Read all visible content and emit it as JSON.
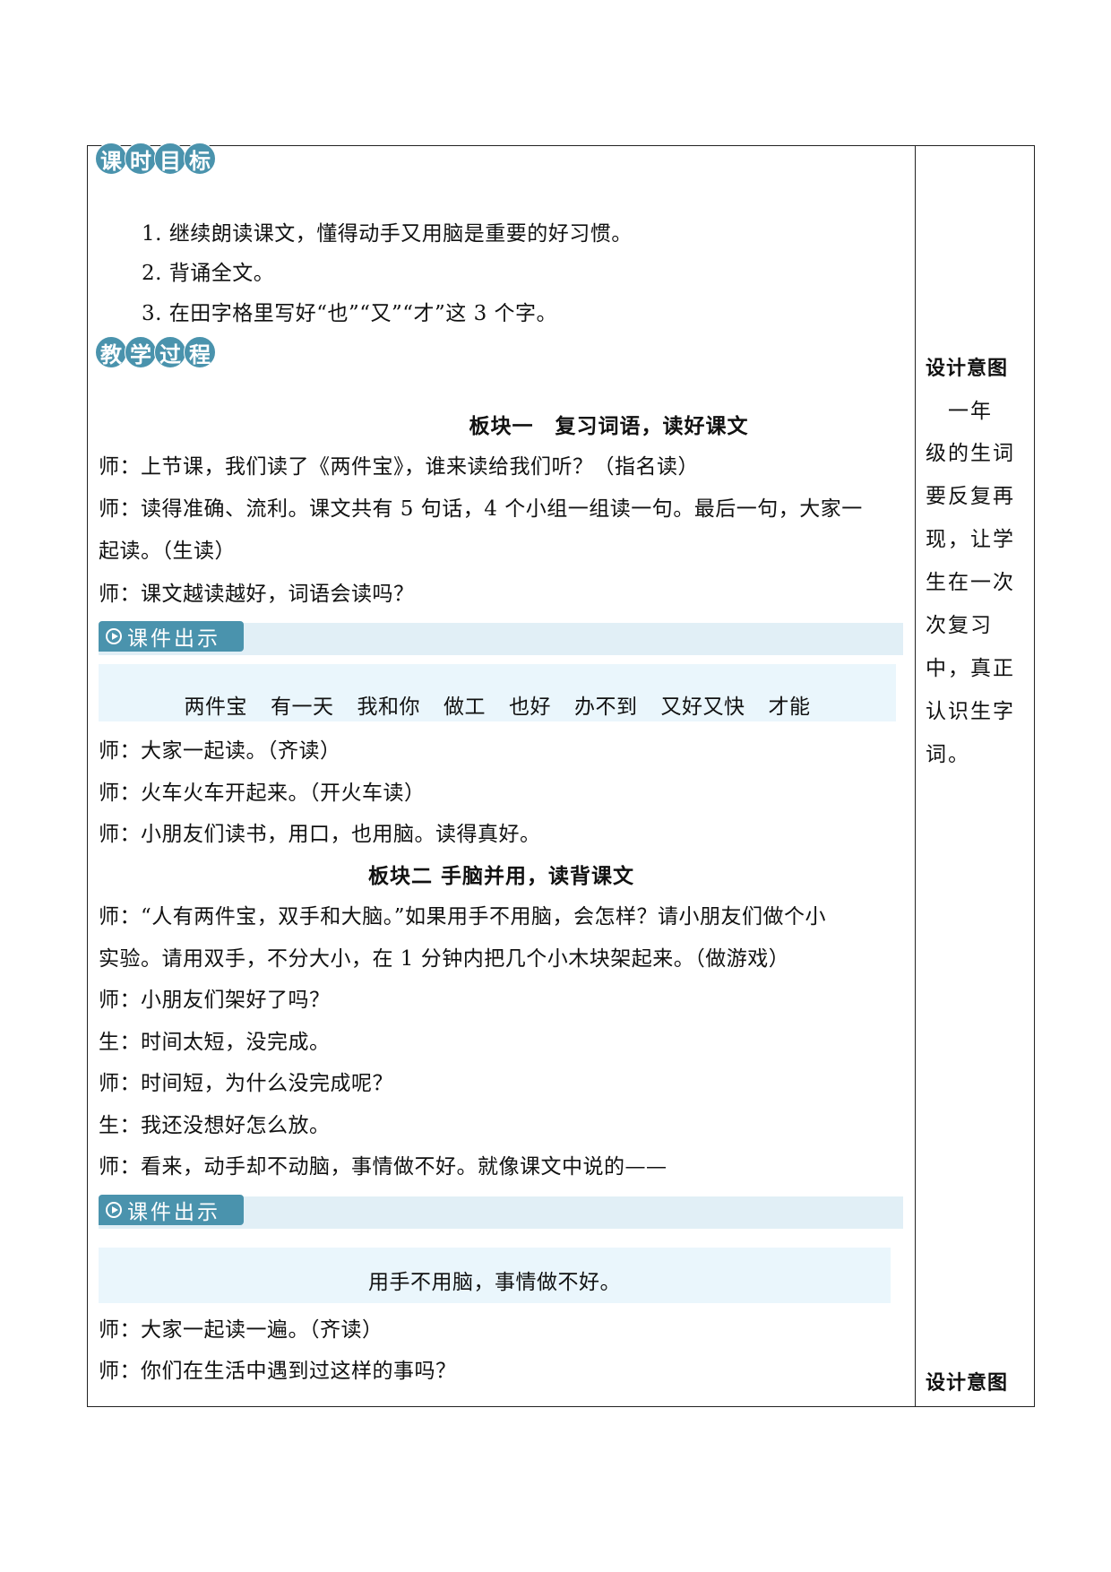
{
  "objectives_badge": [
    "课",
    "时",
    "目",
    "标"
  ],
  "objectives": [
    "1. 继续朗读课文，懂得动手又用脑是重要的好习惯。",
    "2. 背诵全文。",
    "3. 在田字格里写好“也”“又”“才”这 3 个字。"
  ],
  "process_badge": [
    "教",
    "学",
    "过",
    "程"
  ],
  "section1": {
    "title": "板块一　复习词语，读好课文",
    "lines": [
      "师：上节课，我们读了《两件宝》，谁来读给我们听？（指名读）",
      "师：读得准确、流利。课文共有 5 句话，4 个小组一组读一句。最后一句，大家一",
      "起读。（生读）",
      "师：课文越读越好，词语会读吗？"
    ],
    "courseware_label": "课件出示",
    "courseware_words": [
      "两件宝",
      "有一天",
      "我和你",
      "做工",
      "也好",
      "办不到",
      "又好又快",
      "才能"
    ],
    "after_lines": [
      "师：大家一起读。（齐读）",
      "师：火车火车开起来。（开火车读）",
      "师：小朋友们读书，用口，也用脑。读得真好。"
    ]
  },
  "section2": {
    "title": "板块二 手脑并用，读背课文",
    "lines": [
      "师：“人有两件宝，双手和大脑。”如果用手不用脑，会怎样？请小朋友们做个小",
      "实验。请用双手，不分大小，在 1 分钟内把几个小木块架起来。（做游戏）",
      "师：小朋友们架好了吗？",
      "生：时间太短，没完成。",
      "师：时间短，为什么没完成呢？",
      "生：我还没想好怎么放。",
      "师：看来，动手却不动脑，事情做不好。就像课文中说的——"
    ],
    "courseware_label": "课件出示",
    "courseware_sentence": "用手不用脑，事情做不好。",
    "after_lines": [
      "师：大家一起读一遍。（齐读）",
      "师：你们在生活中遇到过这样的事吗？"
    ]
  },
  "side": {
    "title1": "设计意图",
    "note_lines": [
      "　一年",
      "级的生词",
      "要反复再",
      "现，让学",
      "生在一次",
      "次复习",
      "中，真正",
      "认识生字",
      "词。"
    ],
    "title2": "设计意图"
  },
  "colors": {
    "badge": "#4a93ad",
    "banner_bg": "#e1eff6",
    "display_bg": "#eaf6fc",
    "border": "#222222"
  }
}
